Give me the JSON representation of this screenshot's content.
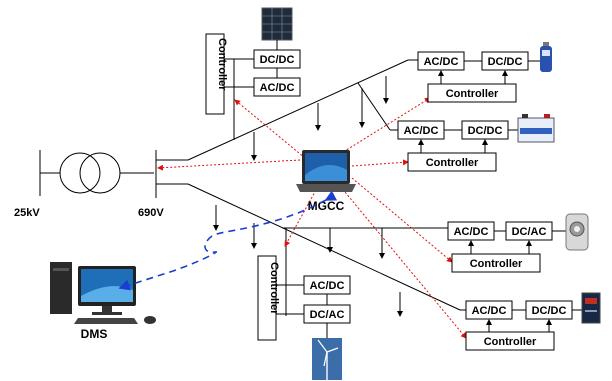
{
  "labels": {
    "source_kv": "25kV",
    "bus_kv": "690V",
    "mgcc": "MGCC",
    "dms": "DMS"
  },
  "converters": {
    "dc_dc": "DC/DC",
    "ac_dc": "AC/DC",
    "dc_ac": "DC/AC",
    "controller": "Controller"
  },
  "colors": {
    "control_link": "#e01010",
    "dms_link": "#1a3fd0"
  },
  "icons": [
    "solar-panel-icon",
    "fuel-cell-icon",
    "battery-icon",
    "flywheel-icon",
    "supercapacitor-icon",
    "laptop-icon",
    "desktop-computer-icon",
    "wind-turbine-icon"
  ]
}
